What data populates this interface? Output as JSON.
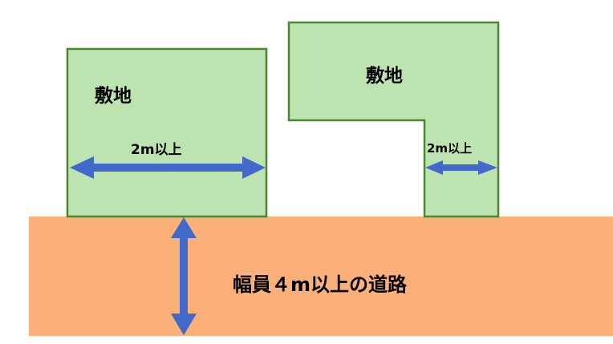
{
  "diagram": {
    "colors": {
      "lot_fill": "#bde3b0",
      "lot_stroke": "#4a872e",
      "road_fill": "#fbb07a",
      "arrow": "#4169c9",
      "text": "#000000"
    },
    "lot_rect": {
      "label": "敷地",
      "frontage_label": "2m以上"
    },
    "lot_flag": {
      "label": "敷地",
      "frontage_label": "2m以上"
    },
    "road": {
      "label": "幅員４m以上の道路"
    }
  }
}
